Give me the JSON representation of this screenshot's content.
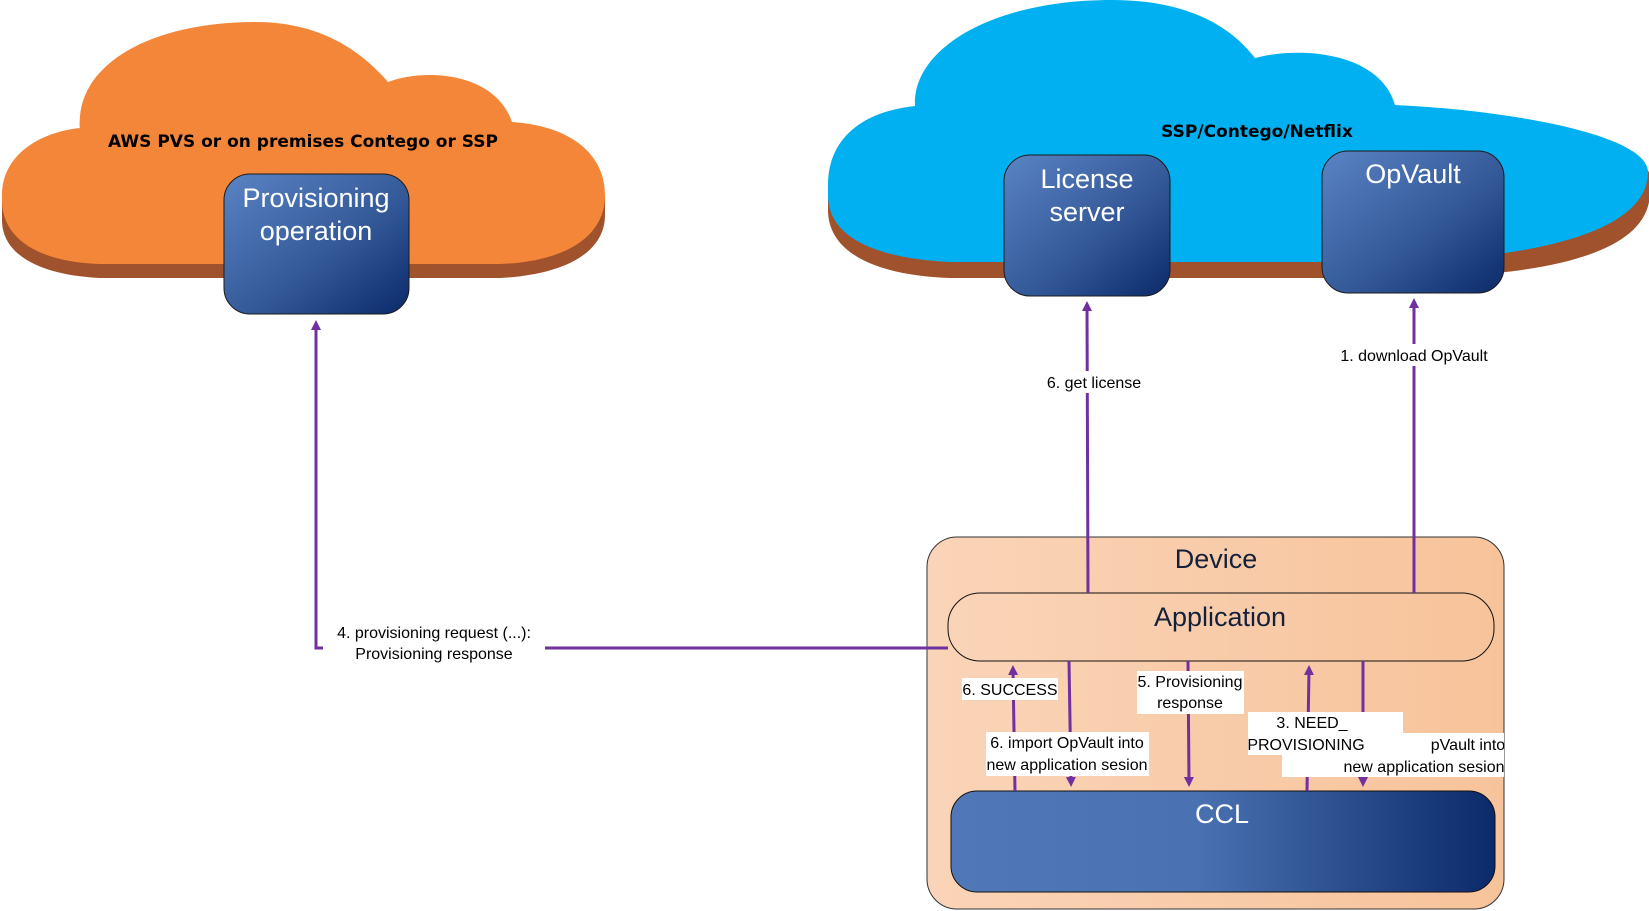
{
  "diagram": {
    "left_cloud": {
      "title": "AWS PVS or on premises Contego or SSP",
      "color": "#F4863A",
      "shadow_color": "#A0522D",
      "box": {
        "line1": "Provisioning",
        "line2": "operation"
      }
    },
    "right_cloud": {
      "title": "SSP/Contego/Netflix",
      "color": "#00B0F0",
      "shadow_color": "#A0522D",
      "license_box": {
        "line1": "License",
        "line2": "server"
      },
      "opvault_box": {
        "line1": "OpVault"
      }
    },
    "device": {
      "title": "Device",
      "application": "Application",
      "ccl": "CCL",
      "fill_color": "#F9CFAE"
    },
    "arrows": {
      "color": "#7030A0",
      "download_opvault": "1. download OpVault",
      "get_license": "6. get license",
      "provisioning_request_line1": "4. provisioning request (...):",
      "provisioning_request_line2": "Provisioning response",
      "success": "6. SUCCESS",
      "import_opvault_line1": "6. import OpVault into",
      "import_opvault_line2": "new application sesion",
      "provisioning_response_line1": "5. Provisioning",
      "provisioning_response_line2": "response",
      "need_provisioning_line1": "3. NEED_",
      "need_provisioning_line2": "PROVISIONING",
      "import_opvault2_line1": "pVault into",
      "import_opvault2_line2": "new application sesion"
    },
    "box_gradient": {
      "light": "#5B82C0",
      "dark": "#0E2A6B"
    }
  }
}
